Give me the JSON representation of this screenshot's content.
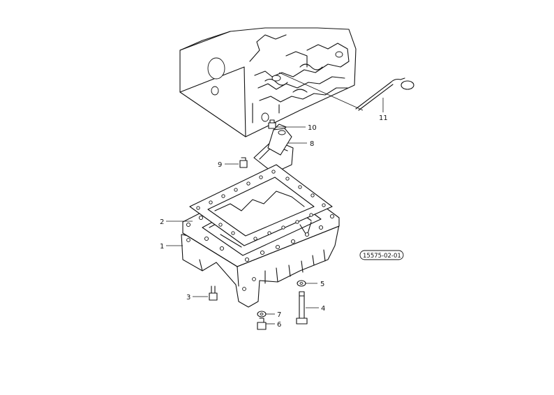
{
  "diagram": {
    "reference_code": "15575-02-01",
    "callouts": [
      {
        "id": "callout-1",
        "label": "1"
      },
      {
        "id": "callout-2",
        "label": "2"
      },
      {
        "id": "callout-3",
        "label": "3"
      },
      {
        "id": "callout-4",
        "label": "4"
      },
      {
        "id": "callout-5",
        "label": "5"
      },
      {
        "id": "callout-6",
        "label": "6"
      },
      {
        "id": "callout-7",
        "label": "7"
      },
      {
        "id": "callout-8",
        "label": "8"
      },
      {
        "id": "callout-9",
        "label": "9"
      },
      {
        "id": "callout-10",
        "label": "10"
      },
      {
        "id": "callout-11",
        "label": "11"
      }
    ]
  }
}
